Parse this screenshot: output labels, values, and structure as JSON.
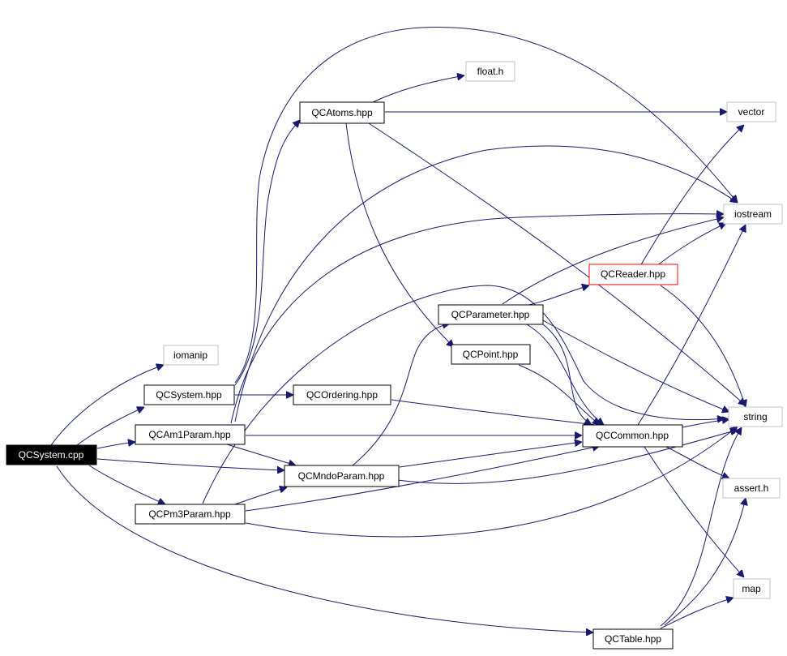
{
  "graph": {
    "edge_color": "#191970",
    "nodes": {
      "qcsystem_cpp": "QCSystem.cpp",
      "iomanip": "iomanip",
      "qcsystem_hpp": "QCSystem.hpp",
      "qcam1param_hpp": "QCAm1Param.hpp",
      "qcpm3param_hpp": "QCPm3Param.hpp",
      "qcmndoparam_hpp": "QCMndoParam.hpp",
      "qcordering_hpp": "QCOrdering.hpp",
      "qcatoms_hpp": "QCAtoms.hpp",
      "float_h": "float.h",
      "vector": "vector",
      "iostream": "iostream",
      "qcreader_hpp": "QCReader.hpp",
      "qcparameter_hpp": "QCParameter.hpp",
      "qcpoint_hpp": "QCPoint.hpp",
      "qccommon_hpp": "QCCommon.hpp",
      "string": "string",
      "assert_h": "assert.h",
      "map": "map",
      "qctable_hpp": "QCTable.hpp"
    }
  }
}
